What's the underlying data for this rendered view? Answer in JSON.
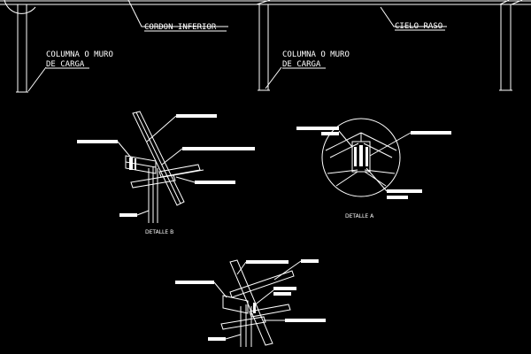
{
  "drawing": {
    "background_color": "#000000",
    "line_color": "#ffffff",
    "labels": {
      "cordon_inferior": "CORDON INFERIOR",
      "cielo_raso": "CIELO RASO",
      "col_left_line1": "COLUMNA O MURO",
      "col_left_line2": "DE CARGA",
      "col_mid_line1": "COLUMNA O MURO",
      "col_mid_line2": "DE CARGA",
      "detalle_b": "DETALLE B",
      "detalle_a": "DETALLE A"
    }
  }
}
